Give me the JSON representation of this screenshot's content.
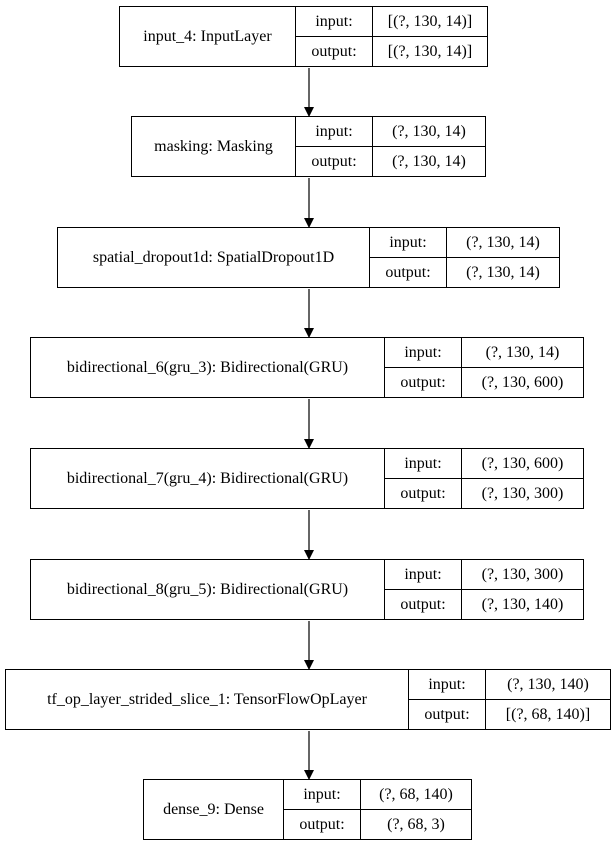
{
  "layers": [
    {
      "name": "input_4: InputLayer",
      "in_label": "input:",
      "out_label": "output:",
      "input": "[(?, 130, 14)]",
      "output": "[(?, 130, 14)]"
    },
    {
      "name": "masking: Masking",
      "in_label": "input:",
      "out_label": "output:",
      "input": "(?, 130, 14)",
      "output": "(?, 130, 14)"
    },
    {
      "name": "spatial_dropout1d: SpatialDropout1D",
      "in_label": "input:",
      "out_label": "output:",
      "input": "(?, 130, 14)",
      "output": "(?, 130, 14)"
    },
    {
      "name": "bidirectional_6(gru_3): Bidirectional(GRU)",
      "in_label": "input:",
      "out_label": "output:",
      "input": "(?, 130, 14)",
      "output": "(?, 130, 600)"
    },
    {
      "name": "bidirectional_7(gru_4): Bidirectional(GRU)",
      "in_label": "input:",
      "out_label": "output:",
      "input": "(?, 130, 600)",
      "output": "(?, 130, 300)"
    },
    {
      "name": "bidirectional_8(gru_5): Bidirectional(GRU)",
      "in_label": "input:",
      "out_label": "output:",
      "input": "(?, 130, 300)",
      "output": "(?, 130, 140)"
    },
    {
      "name": "tf_op_layer_strided_slice_1: TensorFlowOpLayer",
      "in_label": "input:",
      "out_label": "output:",
      "input": "(?, 130, 140)",
      "output": "[(?, 68, 140)]"
    },
    {
      "name": "dense_9: Dense",
      "in_label": "input:",
      "out_label": "output:",
      "input": "(?, 68, 140)",
      "output": "(?, 68, 3)"
    }
  ]
}
